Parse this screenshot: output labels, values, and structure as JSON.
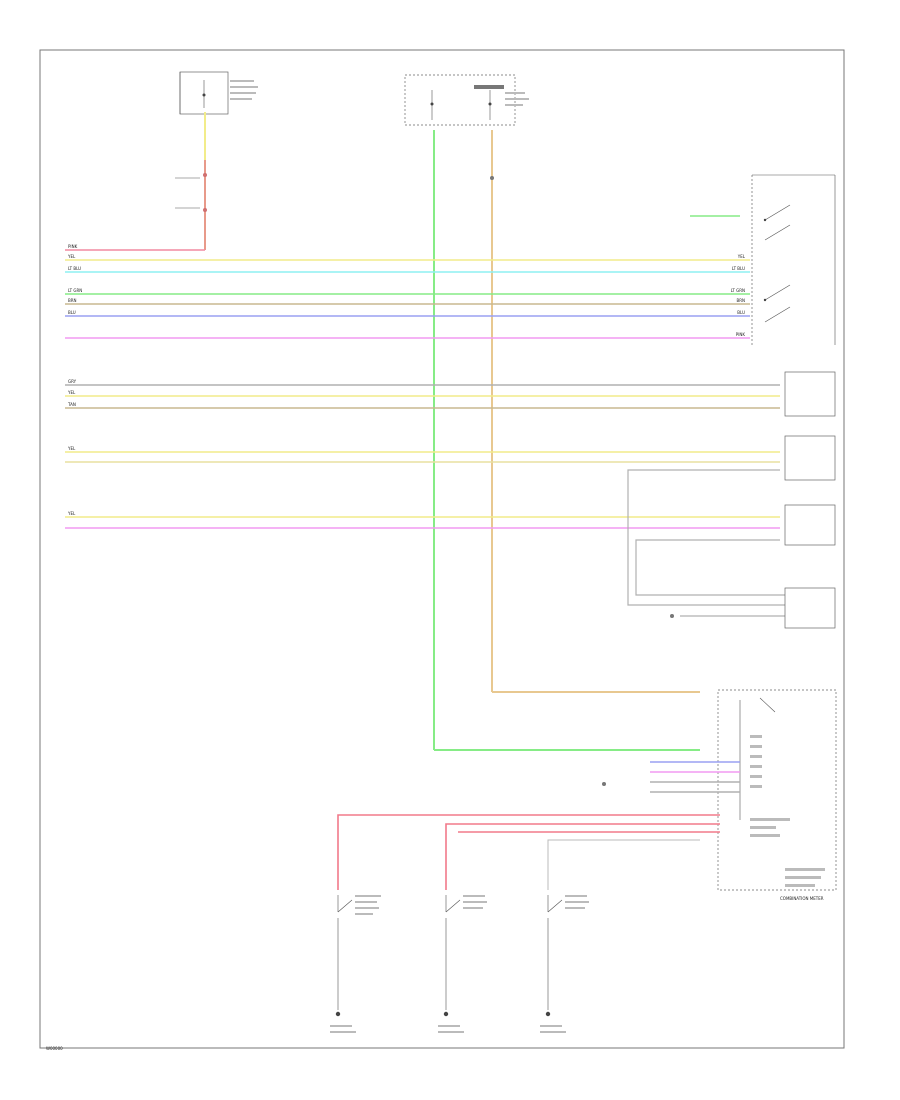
{
  "diagram": {
    "footer_code": "W00000",
    "bottom_right_label": "COMBINATION METER",
    "wire_codes": {
      "pink": "PINK",
      "yellow": "YEL",
      "lt_blue": "LT BLU",
      "lt_green": "LT GRN",
      "brown": "BRN",
      "blue": "BLU",
      "grey": "GRY",
      "tan": "TAN"
    },
    "colors": {
      "pink": "#f28aa0",
      "yellow": "#f2ec8a",
      "cyan": "#8ef0f2",
      "green": "#86ec86",
      "brown": "#c8b890",
      "blue": "#9aa0f2",
      "magenta": "#f29af2",
      "grey": "#b0b0b0",
      "orange": "#e8c890",
      "red": "#f27a8a",
      "frame": "#777777"
    }
  }
}
